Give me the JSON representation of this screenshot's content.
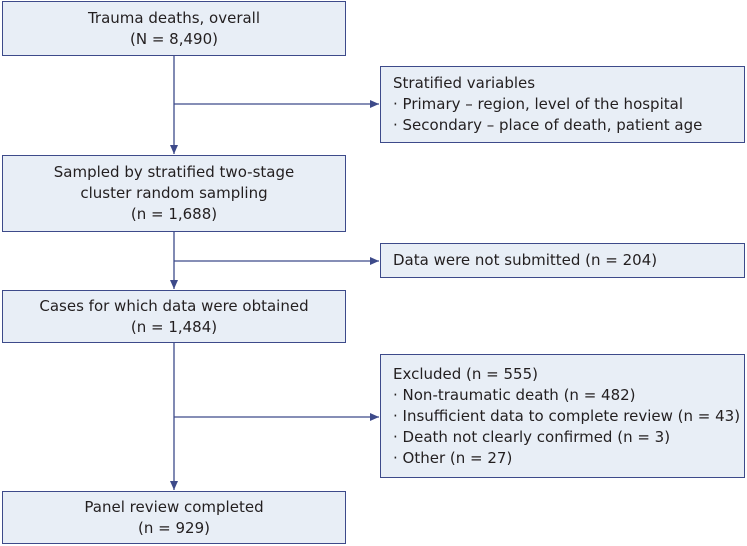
{
  "main_boxes": [
    {
      "lines": [
        "Trauma deaths, overall",
        "(N = 8,490)"
      ]
    },
    {
      "lines": [
        "Sampled by stratified two-stage",
        "cluster random sampling",
        "(n = 1,688)"
      ]
    },
    {
      "lines": [
        "Cases for which data were obtained",
        "(n = 1,484)"
      ]
    },
    {
      "lines": [
        "Panel review completed",
        "(n = 929)"
      ]
    }
  ],
  "side_boxes": [
    {
      "lines": [
        "Stratified variables",
        "· Primary – region, level of the hospital",
        "· Secondary – place of death, patient age"
      ]
    },
    {
      "lines": [
        "Data were not submitted (n = 204)"
      ]
    },
    {
      "lines": [
        "Excluded (n = 555)",
        "· Non-traumatic death (n = 482)",
        "· Insufficient data to complete review (n = 43)",
        "· Death not clearly confirmed (n = 3)",
        "· Other (n = 27)"
      ]
    }
  ],
  "colors": {
    "box_fill": "#e8eef6",
    "box_border": "#3d4a8a",
    "connector": "#3d4a8a"
  }
}
